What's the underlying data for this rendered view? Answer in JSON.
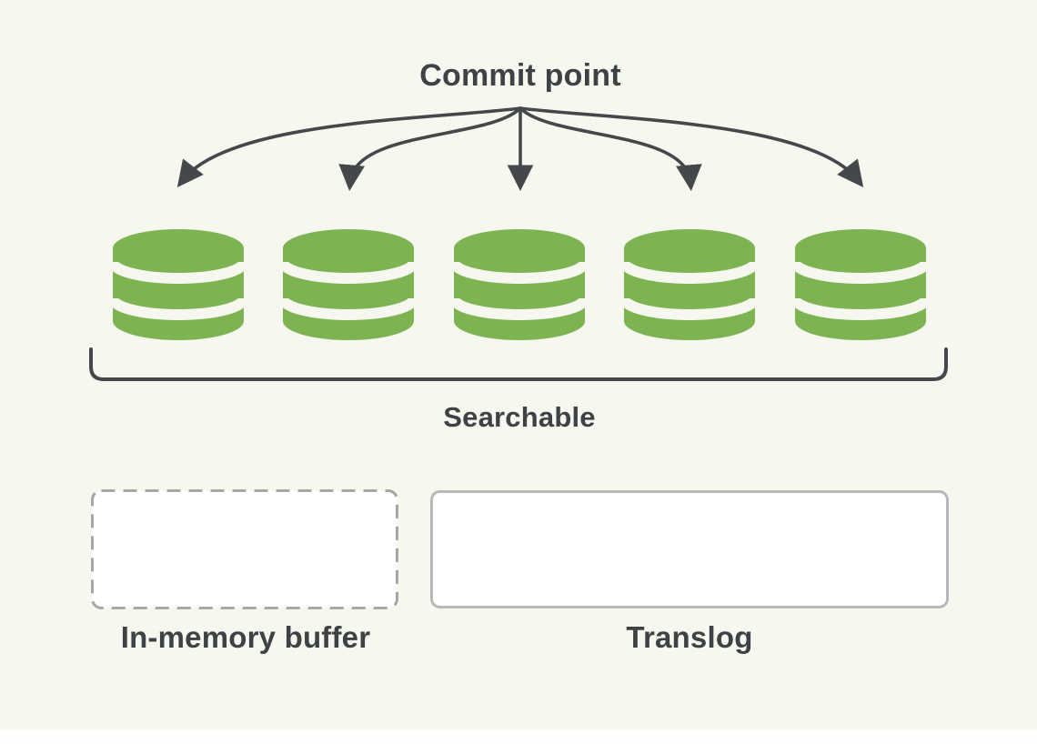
{
  "diagram": {
    "commit_point_label": "Commit point",
    "searchable_label": "Searchable",
    "buffer_label": "In-memory buffer",
    "translog_label": "Translog",
    "segments_count": 5,
    "arrows_count": 5,
    "icons": {
      "segment": "database-cylinder-icon",
      "arrow": "arrow-down-icon",
      "bracket": "searchable-bracket"
    },
    "colors": {
      "canvas_background": "#f6f8f0",
      "page_background": "#fdfdfc",
      "segment_green": "#7db351",
      "line_dark": "#45484a",
      "text": "#3f4245",
      "box_fill": "#ffffff",
      "dashed_border": "#a6a6a6",
      "solid_border": "#b6bab6"
    }
  }
}
